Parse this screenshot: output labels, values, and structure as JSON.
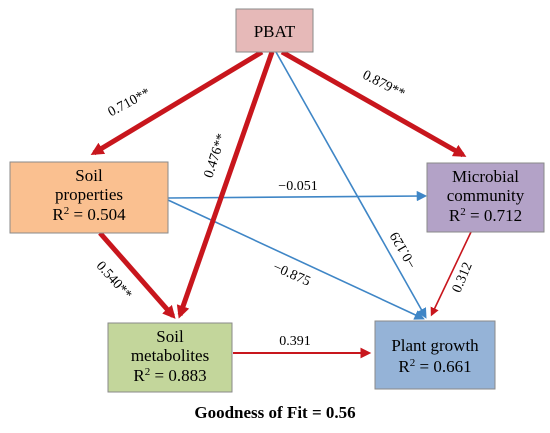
{
  "colors": {
    "positive_path": "#c8161d",
    "negative_path": "#3f86c6"
  },
  "nodes": {
    "pbat": {
      "name": "PBAT",
      "r2": "",
      "fill": "#e6b9b8"
    },
    "soil_properties": {
      "name_line1": "Soil",
      "name_line2": "properties",
      "r2": "0.504",
      "fill": "#fac090"
    },
    "microbial_community": {
      "name_line1": "Microbial",
      "name_line2": "community",
      "r2": "0.712",
      "fill": "#b3a2c7"
    },
    "soil_metabolites": {
      "name_line1": "Soil",
      "name_line2": "metabolites",
      "r2": "0.883",
      "fill": "#c3d69b"
    },
    "plant_growth": {
      "name_line1": "Plant growth",
      "r2": "0.661",
      "fill": "#95b3d7"
    }
  },
  "r2_prefix": "R",
  "r2_sup": "2",
  "r2_eq": " = ",
  "paths": [
    {
      "id": "pbat-soilprop",
      "from": "PBAT",
      "to": "Soil properties",
      "label": "0.710**",
      "sign": "positive",
      "strength": "strong"
    },
    {
      "id": "pbat-microbial",
      "from": "PBAT",
      "to": "Microbial community",
      "label": "0.879**",
      "sign": "positive",
      "strength": "strong"
    },
    {
      "id": "pbat-metabolites",
      "from": "PBAT",
      "to": "Soil metabolites",
      "label": "0.476**",
      "sign": "positive",
      "strength": "strong"
    },
    {
      "id": "pbat-plant",
      "from": "PBAT",
      "to": "Plant growth",
      "label": "−0.129",
      "sign": "negative",
      "strength": "weak"
    },
    {
      "id": "soilprop-microbial",
      "from": "Soil properties",
      "to": "Microbial community",
      "label": "−0.051",
      "sign": "negative",
      "strength": "weak"
    },
    {
      "id": "soilprop-plant",
      "from": "Soil properties",
      "to": "Plant growth",
      "label": "−0.875",
      "sign": "negative",
      "strength": "weak"
    },
    {
      "id": "soilprop-metabolites",
      "from": "Soil properties",
      "to": "Soil metabolites",
      "label": "0.540**",
      "sign": "positive",
      "strength": "strong"
    },
    {
      "id": "microbial-plant",
      "from": "Microbial community",
      "to": "Plant growth",
      "label": "0.312",
      "sign": "positive",
      "strength": "weak"
    },
    {
      "id": "metabolites-plant",
      "from": "Soil metabolites",
      "to": "Plant growth",
      "label": "0.391",
      "sign": "positive",
      "strength": "weak"
    }
  ],
  "footer": "Goodness of Fit = 0.56"
}
